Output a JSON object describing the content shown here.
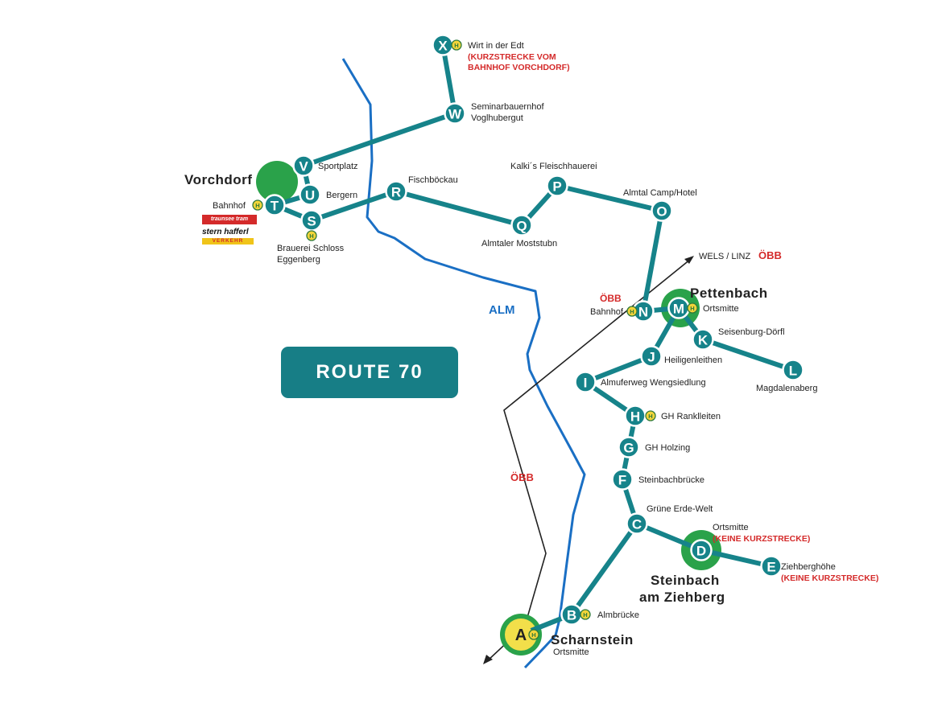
{
  "route_title": "ROUTE 70",
  "river_name": "ALM",
  "rail_label": "ÖBB",
  "direction_label": "WELS / LINZ",
  "direction_rail_label": "ÖBB",
  "colors": {
    "route": "#16838a",
    "river": "#1a6fc4",
    "town_area": "#2aa24a",
    "start_fill": "#f2df4a",
    "red": "#d42a2a"
  },
  "towns": [
    {
      "id": "vorchdorf",
      "name": "Vorchdorf"
    },
    {
      "id": "pettenbach",
      "name": "Pettenbach"
    },
    {
      "id": "steinbach",
      "name_line1": "Steinbach",
      "name_line2": "am Ziehberg"
    },
    {
      "id": "scharnstein",
      "name": "Scharnstein"
    }
  ],
  "stops": [
    {
      "letter": "A",
      "lines": [
        "Ortsmitte"
      ],
      "note": []
    },
    {
      "letter": "B",
      "lines": [
        "Almbrücke"
      ],
      "note": []
    },
    {
      "letter": "C",
      "lines": [
        "Grüne Erde-Welt"
      ],
      "note": []
    },
    {
      "letter": "D",
      "lines": [
        "Ortsmitte"
      ],
      "note": [
        "(KEINE KURZSTRECKE)"
      ]
    },
    {
      "letter": "E",
      "lines": [
        "Ziehberghöhe"
      ],
      "note": [
        "(KEINE KURZSTRECKE)"
      ]
    },
    {
      "letter": "F",
      "lines": [
        "Steinbachbrücke"
      ],
      "note": []
    },
    {
      "letter": "G",
      "lines": [
        "GH Holzing"
      ],
      "note": []
    },
    {
      "letter": "H",
      "lines": [
        "GH Ranklleiten"
      ],
      "note": []
    },
    {
      "letter": "I",
      "lines": [
        "Almuferweg Wengsiedlung"
      ],
      "note": []
    },
    {
      "letter": "J",
      "lines": [
        "Heiligenleithen"
      ],
      "note": []
    },
    {
      "letter": "K",
      "lines": [
        "Seisenburg-Dörfl"
      ],
      "note": []
    },
    {
      "letter": "L",
      "lines": [
        "Magdalenaberg"
      ],
      "note": []
    },
    {
      "letter": "M",
      "lines": [
        "Ortsmitte"
      ],
      "note": []
    },
    {
      "letter": "N",
      "lines": [
        "Bahnhof"
      ],
      "note": []
    },
    {
      "letter": "O",
      "lines": [
        "Almtal Camp/Hotel"
      ],
      "note": []
    },
    {
      "letter": "P",
      "lines": [
        "Kalki´s Fleischhauerei"
      ],
      "note": []
    },
    {
      "letter": "Q",
      "lines": [
        "Almtaler Moststubn"
      ],
      "note": []
    },
    {
      "letter": "R",
      "lines": [
        "Fischböckau"
      ],
      "note": []
    },
    {
      "letter": "S",
      "lines": [
        "Brauerei Schloss",
        "Eggenberg"
      ],
      "note": []
    },
    {
      "letter": "T",
      "lines": [
        "Bahnhof"
      ],
      "note": []
    },
    {
      "letter": "U",
      "lines": [
        "Bergern"
      ],
      "note": []
    },
    {
      "letter": "V",
      "lines": [
        "Sportplatz"
      ],
      "note": []
    },
    {
      "letter": "W",
      "lines": [
        "Seminarbauernhof",
        "Voglhubergut"
      ],
      "note": []
    },
    {
      "letter": "X",
      "lines": [
        "Wirt in der Edt"
      ],
      "note": [
        "(KURZSTRECKE VOM",
        "BAHNHOF VORCHDORF)"
      ]
    }
  ],
  "hst_symbol": "H",
  "logos": {
    "traunsee_tram": "traunsee tram",
    "stern_hafferl": "stern hafferl",
    "verkehr": "VERKEHR"
  }
}
